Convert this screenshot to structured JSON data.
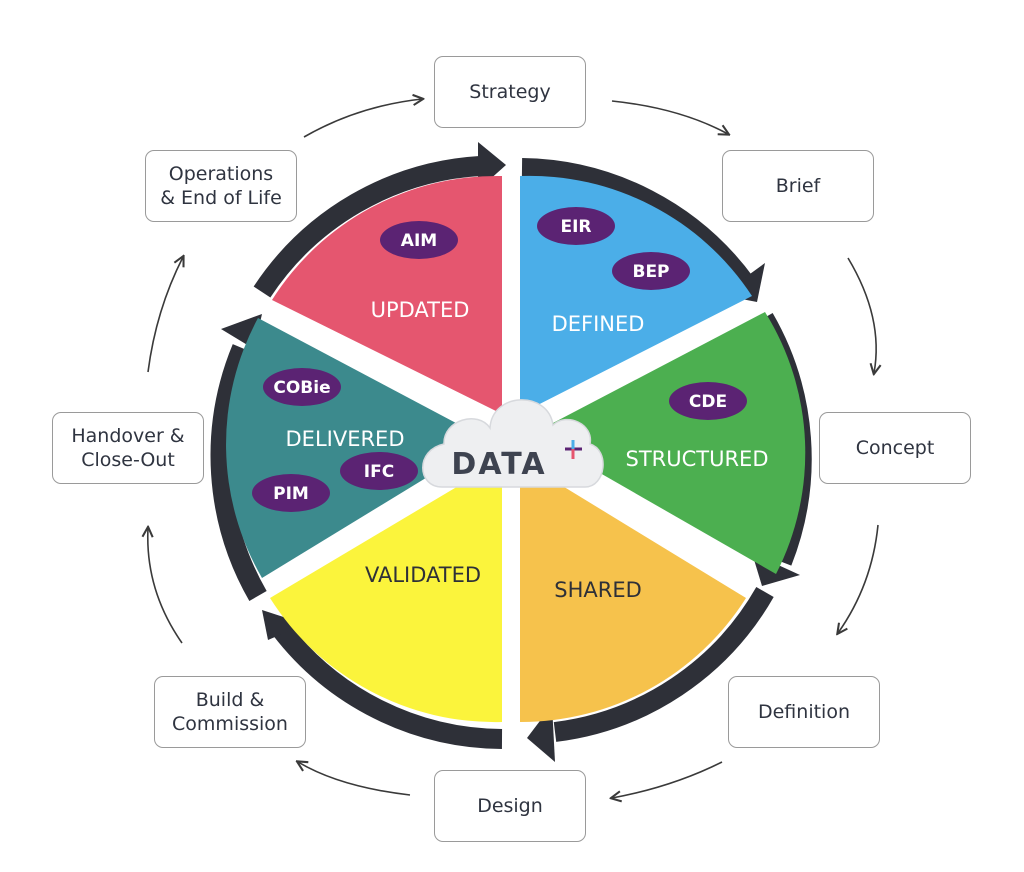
{
  "stages": {
    "strategy": "Strategy",
    "brief": "Brief",
    "concept": "Concept",
    "definition": "Definition",
    "design": "Design",
    "build": "Build &\nCommission",
    "handover": "Handover &\nClose-Out",
    "operations": "Operations\n& End of Life"
  },
  "segments": {
    "defined": "DEFINED",
    "structured": "STRUCTURED",
    "shared": "SHARED",
    "validated": "VALIDATED",
    "delivered": "DELIVERED",
    "updated": "UPDATED"
  },
  "badges": {
    "eir": "EIR",
    "bep": "BEP",
    "cde": "CDE",
    "cobie": "COBie",
    "ifc": "IFC",
    "pim": "PIM",
    "aim": "AIM"
  },
  "center_logo": {
    "text": "DATA"
  },
  "colors": {
    "defined": "#4baee8",
    "structured": "#4caf50",
    "shared": "#f6c24c",
    "validated": "#fbf43c",
    "delivered": "#3c8a8d",
    "updated": "#e5566f",
    "ring": "#2e3038",
    "badge": "#5b2373",
    "connector": "#3a3a3a"
  }
}
